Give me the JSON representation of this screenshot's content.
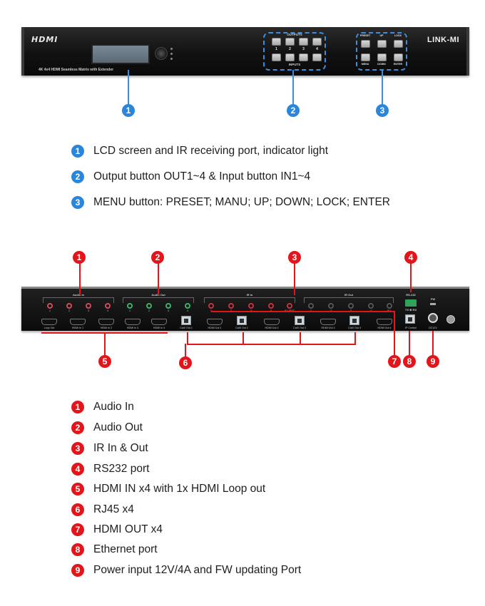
{
  "front_panel": {
    "hdmi_logo": "HDMI",
    "subtitle": "4K 4x4 HDMI Seamless Matrix with Extender",
    "outputs_label": "OUTPUTS",
    "inputs_label": "INPUTS",
    "output_buttons": [
      "1",
      "2",
      "3",
      "4"
    ],
    "menu_buttons_top": [
      "PRESET",
      "UP",
      "LOCK"
    ],
    "menu_buttons_bottom": [
      "MENU",
      "DOWN",
      "ENTER"
    ],
    "brand": "LINK-MI"
  },
  "front_markers": [
    "1",
    "2",
    "3"
  ],
  "front_legend": [
    {
      "num": "1",
      "text": "LCD screen and IR receiving port, indicator light"
    },
    {
      "num": "2",
      "text": "Output button OUT1~4 & Input button IN1~4"
    },
    {
      "num": "3",
      "text": "MENU button: PRESET; MANU; UP; DOWN; LOCK; ENTER"
    }
  ],
  "rear_panel": {
    "audio_in_label": "Audio In",
    "audio_out_label": "Audio Out",
    "ir_in_label": "IR In",
    "ir_out_label": "IR Out",
    "rs232_label": "RS-232",
    "rs232_pins": "TX ⊕ RX",
    "fw_label": "FW",
    "dc_label": "DC12V",
    "ip_control_label": "IP Control",
    "jack_numbers": [
      "1",
      "2",
      "3",
      "4"
    ],
    "ir_in_jacks": [
      "1",
      "2",
      "3",
      "4",
      "ALL/EXT"
    ],
    "ir_out_jacks": [
      "1",
      "2",
      "3",
      "4",
      "ALL"
    ],
    "hdmi_in_ports": [
      "Loop Out",
      "HDMI In 1",
      "HDMI In 2",
      "HDMI In 3",
      "HDMI In 4"
    ],
    "catx_ports": [
      "CatX Out 1",
      "CatX Out 2",
      "CatX Out 3",
      "CatX Out 4"
    ],
    "hdmi_out_ports": [
      "HDMI Out 1",
      "HDMI Out 2",
      "HDMI Out 3",
      "HDMI Out 4"
    ]
  },
  "rear_markers": [
    "1",
    "2",
    "3",
    "4",
    "5",
    "6",
    "7",
    "8",
    "9"
  ],
  "rear_legend": [
    {
      "num": "1",
      "text": "Audio In"
    },
    {
      "num": "2",
      "text": "Audio Out"
    },
    {
      "num": "3",
      "text": "IR In & Out"
    },
    {
      "num": "4",
      "text": "RS232 port"
    },
    {
      "num": "5",
      "text": "HDMI IN x4 with 1x HDMI Loop out"
    },
    {
      "num": "6",
      "text": "RJ45 x4"
    },
    {
      "num": "7",
      "text": "HDMI OUT x4"
    },
    {
      "num": "8",
      "text": "Ethernet port"
    },
    {
      "num": "9",
      "text": "Power input 12V/4A and FW updating Port"
    }
  ],
  "colors": {
    "blue_marker": "#2a86db",
    "red_marker": "#e4141b",
    "dashed_outline": "#3b8fe0"
  }
}
